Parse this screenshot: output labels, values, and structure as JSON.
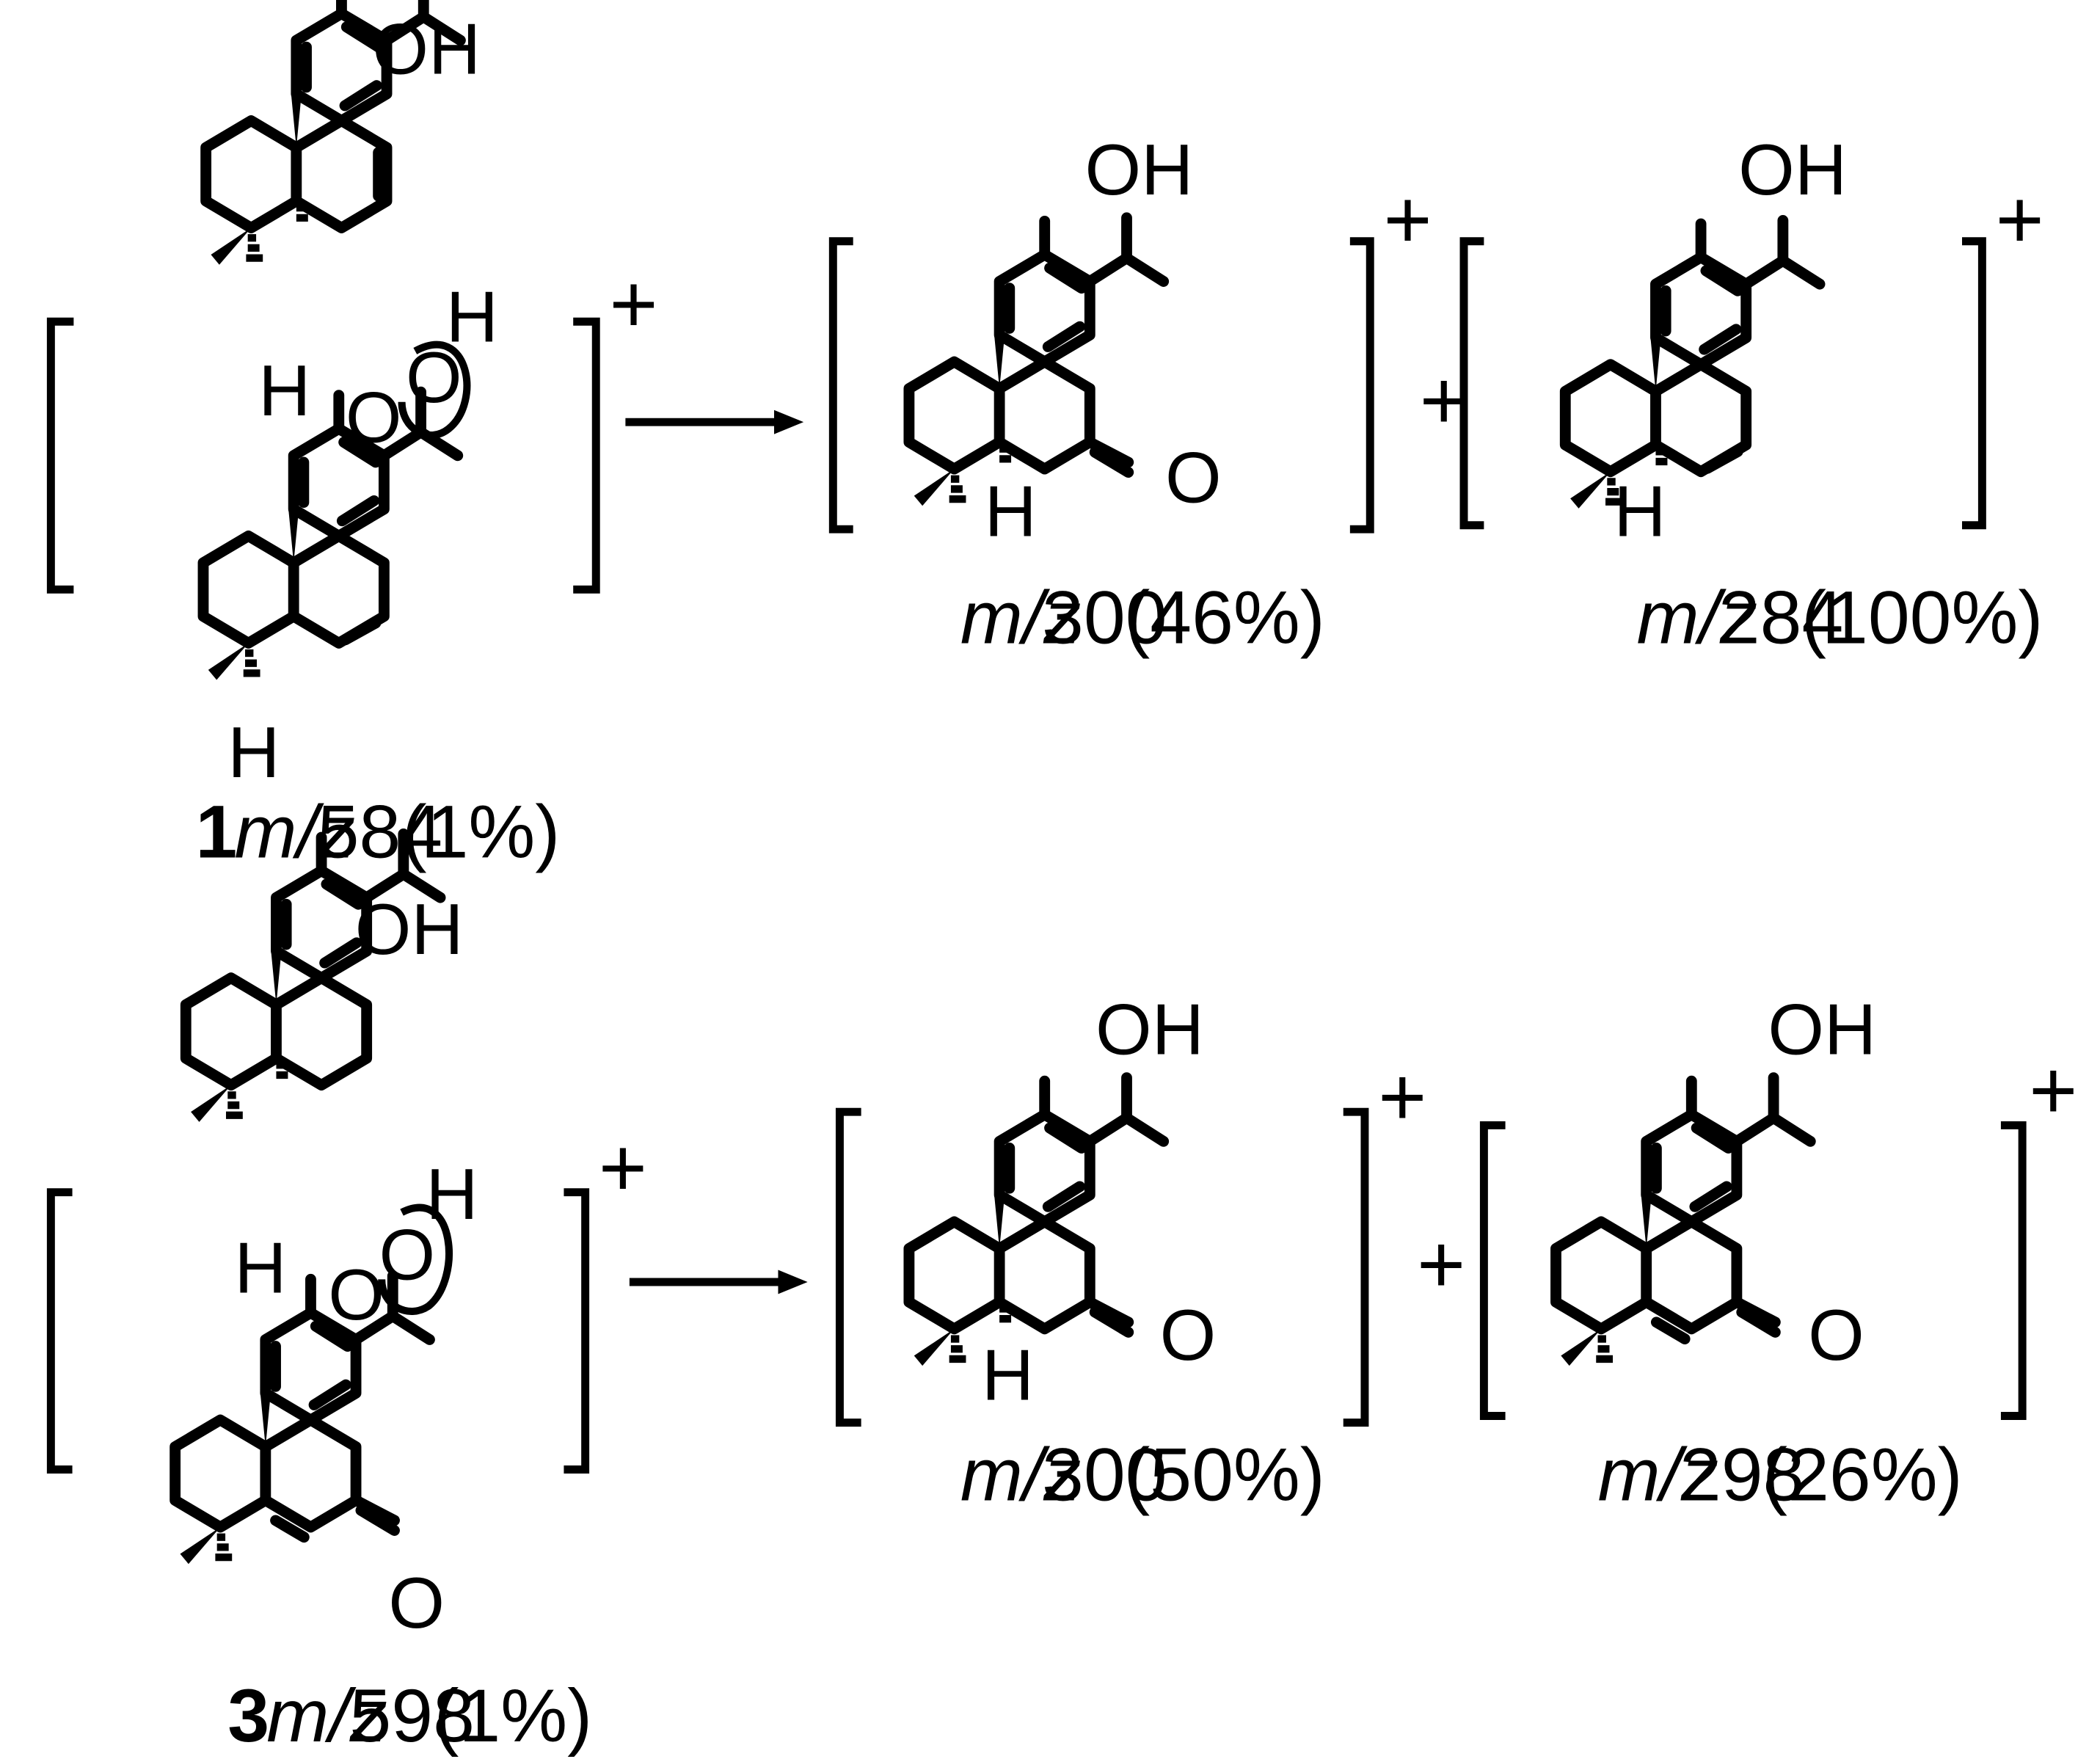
{
  "atom_labels": {
    "OH": "OH",
    "H": "H",
    "O": "O"
  },
  "signs": {
    "cation": "+",
    "plus": "+"
  },
  "top_scheme": {
    "reactant": {
      "compound_number": "1",
      "mz_label": "m/z",
      "mz_value": "584",
      "abundance": "(1%)"
    },
    "product_1": {
      "mz_label": "m/z",
      "mz_value": "300",
      "abundance": "(46%)"
    },
    "product_2": {
      "mz_label": "m/z",
      "mz_value": "284",
      "abundance": "(100%)"
    }
  },
  "bottom_scheme": {
    "reactant": {
      "compound_number": "3",
      "mz_label": "m/z",
      "mz_value": "598",
      "abundance": "(1%)"
    },
    "product_1": {
      "mz_label": "m/z",
      "mz_value": "300",
      "abundance": "(50%)"
    },
    "product_2": {
      "mz_label": "m/z",
      "mz_value": "298",
      "abundance": "(26%)"
    }
  }
}
